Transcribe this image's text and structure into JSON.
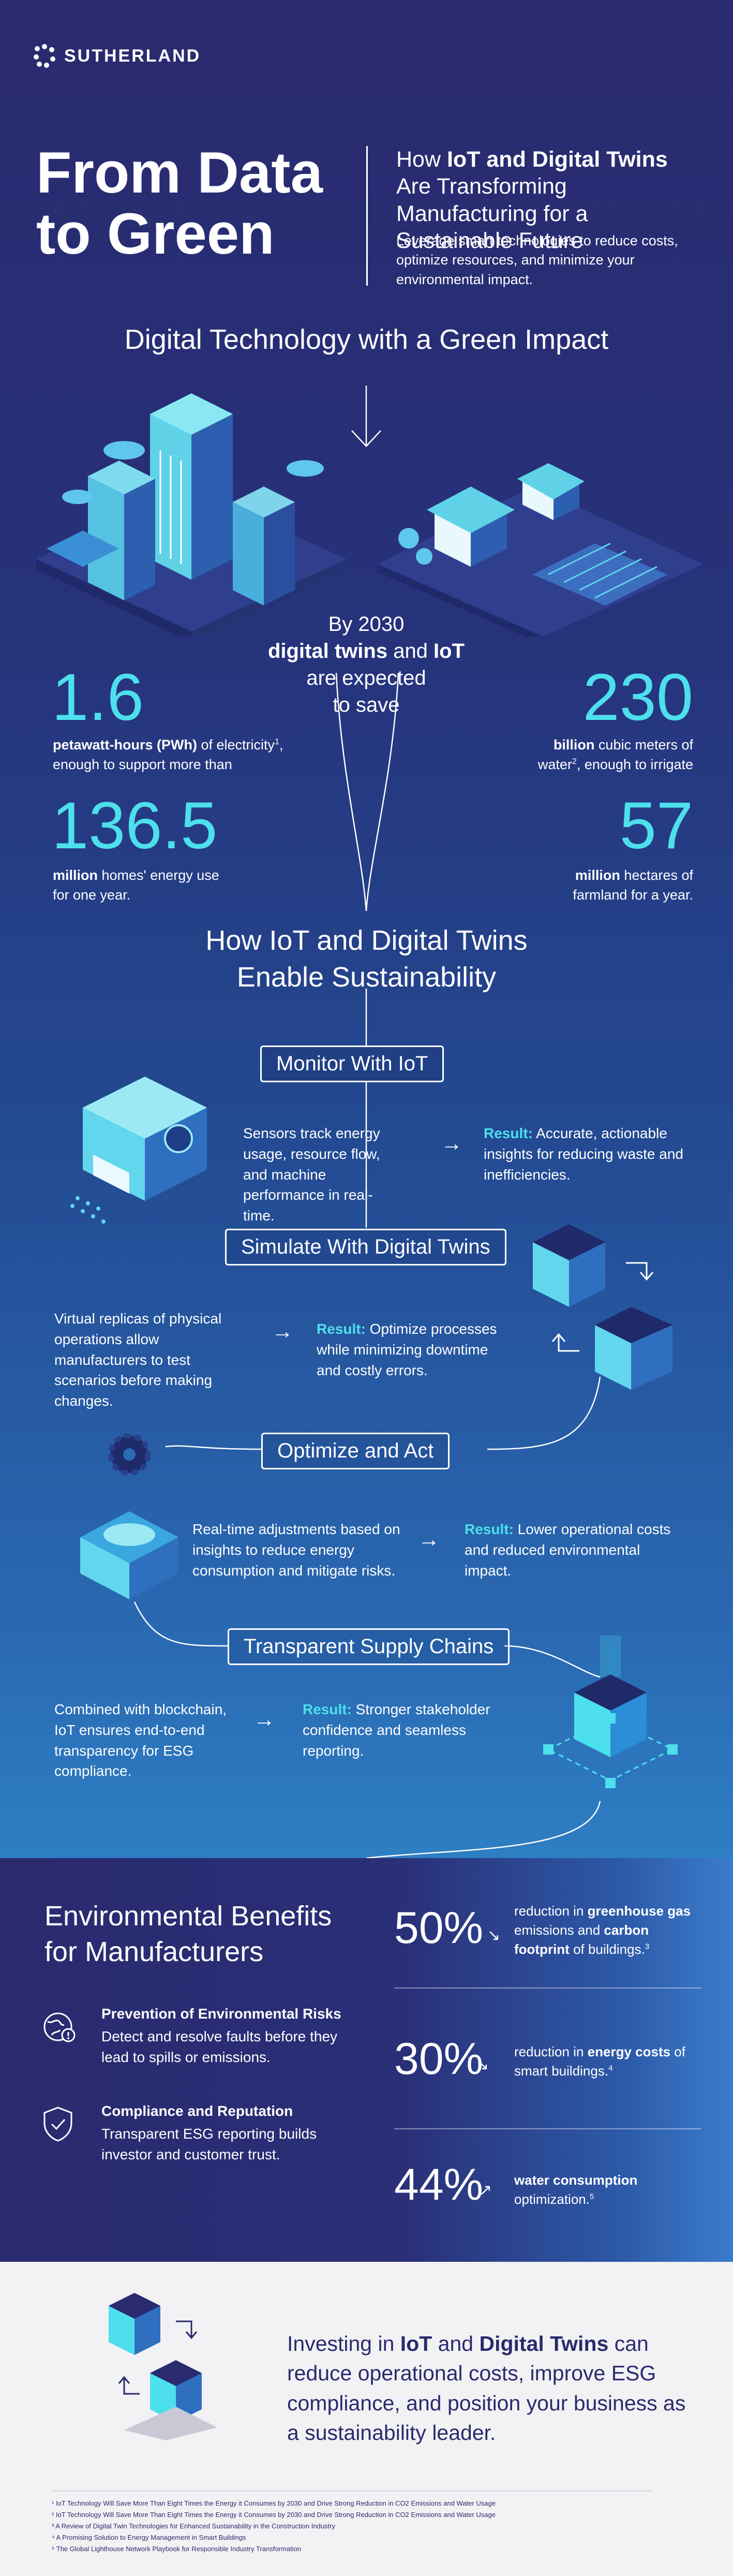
{
  "brand": {
    "name": "SUTHERLAND"
  },
  "hero": {
    "title_line1": "From Data",
    "title_line2": "to Green",
    "subtitle_pre": "How ",
    "subtitle_bold": "IoT and Digital Twins",
    "subtitle_post": " Are Transforming Manufacturing for a Sustainable Future",
    "description": "Leverage smart technologies to reduce costs, optimize resources, and minimize your environmental impact."
  },
  "impact": {
    "title": "Digital Technology with a Green Impact",
    "center_line1": "By 2030",
    "center_bold_1": "digital twins",
    "center_and": " and ",
    "center_bold_2": "IoT",
    "center_line3": "are expected",
    "center_line4": "to save",
    "stats": [
      {
        "value": "1.6",
        "bold": "petawatt-hours (PWh)",
        "text": " of electricity",
        "sup": "1",
        "text2": ", enough to support more than"
      },
      {
        "value": "136.5",
        "bold": "million",
        "text": " homes' energy use for one year."
      },
      {
        "value": "230",
        "bold": "billion",
        "text": " cubic meters of water",
        "sup": "2",
        "text2": ", enough to irrigate"
      },
      {
        "value": "57",
        "bold": "million",
        "text": " hectares of farmland for a year."
      }
    ]
  },
  "enable": {
    "title_line1": "How IoT and Digital Twins",
    "title_line2": "Enable Sustainability",
    "steps": [
      {
        "label": "Monitor With IoT",
        "text": "Sensors track energy usage, resource flow, and machine performance in real-time.",
        "result_label": "Result:",
        "result": " Accurate, actionable insights for reducing waste and inefficiencies."
      },
      {
        "label": "Simulate With Digital Twins",
        "text": "Virtual replicas of physical operations allow manufacturers to test scenarios before making changes.",
        "result_label": "Result:",
        "result": " Optimize processes while minimizing downtime and costly errors."
      },
      {
        "label": "Optimize and Act",
        "text": "Real-time adjustments based on insights to reduce energy consumption and mitigate risks.",
        "result_label": "Result:",
        "result": " Lower operational costs and reduced environmental impact."
      },
      {
        "label": "Transparent Supply Chains",
        "text": "Combined with blockchain, IoT ensures end-to-end transparency for ESG compliance.",
        "result_label": "Result:",
        "result": " Stronger stakeholder confidence and seamless reporting."
      }
    ]
  },
  "benefits": {
    "title_line1": "Environmental Benefits",
    "title_line2": "for Manufacturers",
    "items": [
      {
        "title": "Prevention of Environmental Risks",
        "text": "Detect and resolve faults before they lead to spills or emissions.",
        "icon": "globe-alert-icon"
      },
      {
        "title": "Compliance and Reputation",
        "text": "Transparent ESG reporting builds investor and customer trust.",
        "icon": "shield-check-icon"
      }
    ],
    "stats": [
      {
        "value": "50%",
        "pre": "reduction in ",
        "bold1": "greenhouse gas",
        "mid": " emissions and ",
        "bold2": "carbon footprint",
        "post": " of buildings.",
        "sup": "3"
      },
      {
        "value": "30%",
        "pre": "reduction in ",
        "bold1": "energy costs",
        "mid": "",
        "bold2": "",
        "post": " of smart buildings.",
        "sup": "4"
      },
      {
        "value": "44%",
        "pre": "",
        "bold1": "water consumption",
        "mid": "",
        "bold2": "",
        "post": " optimization.",
        "sup": "5"
      }
    ]
  },
  "closing": {
    "pre": "Investing in ",
    "bold1": "IoT",
    "mid": " and ",
    "bold2": "Digital Twins",
    "post": " can reduce operational costs, improve ESG compliance, and position your business as a sustainability leader."
  },
  "footnotes": [
    "¹ IoT Technology Will Save More Than Eight Times the Energy it Consumes by 2030 and Drive Strong Reduction in CO2 Emissions and Water Usage",
    "² IoT Technology Will Save More Than Eight Times the Energy it Consumes by 2030 and Drive Strong Reduction in CO2 Emissions and Water Usage",
    "³ A Review of Digital Twin Technologies for Enhanced Sustainability in the Construction Industry",
    "⁴ A Promising Solution to Energy Management in Smart Buildings",
    "⁵ The Global Lighthouse Network Playbook for Responsible Industry Transformation"
  ],
  "colors": {
    "accent": "#4de0ec",
    "navy": "#2a2a6e",
    "blue": "#2e7fc4"
  }
}
